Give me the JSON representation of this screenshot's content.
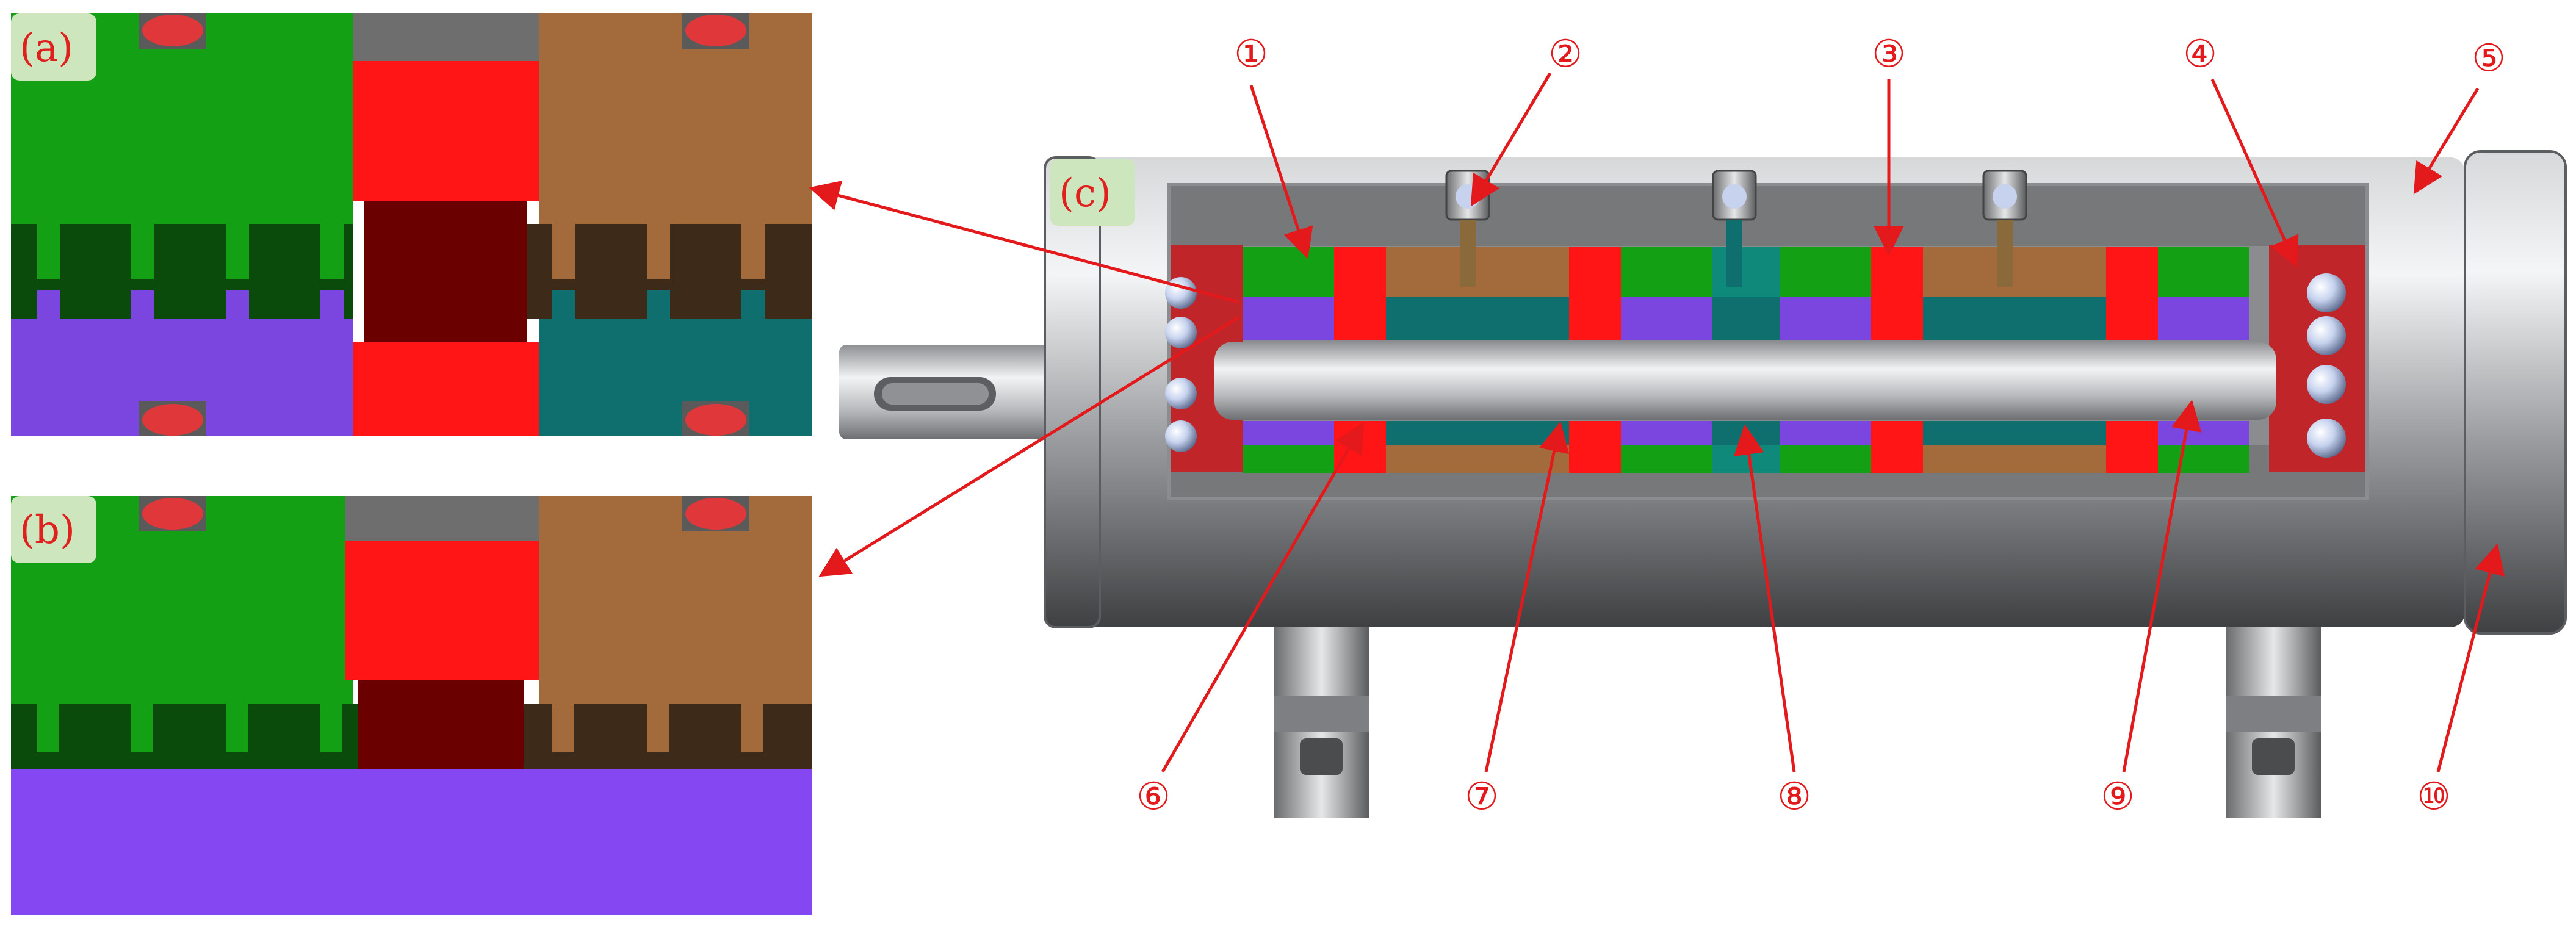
{
  "panels": {
    "a": {
      "label": "(a)"
    },
    "b": {
      "label": "(b)"
    },
    "c": {
      "label": "(c)"
    }
  },
  "callouts": [
    "①",
    "②",
    "③",
    "④",
    "⑤",
    "⑥",
    "⑦",
    "⑧",
    "⑨",
    "⑩"
  ],
  "colors": {
    "green_stator": "#14a014",
    "dark_green_teeth": "#0a4a0a",
    "red_magnet": "#ff1515",
    "dark_red_core": "#6b0000",
    "brown_stator": "#a36b3b",
    "dark_brown_teeth": "#3e2a18",
    "purple_mover": "#7b45e0",
    "teal_mover": "#0f6f6f",
    "gray_frame": "#6e6e6e",
    "pm_red_oval": "#e0383a",
    "arrow_red": "#e3191b",
    "housing_steel": "#a9abae",
    "label_box": "#cde6bd"
  }
}
